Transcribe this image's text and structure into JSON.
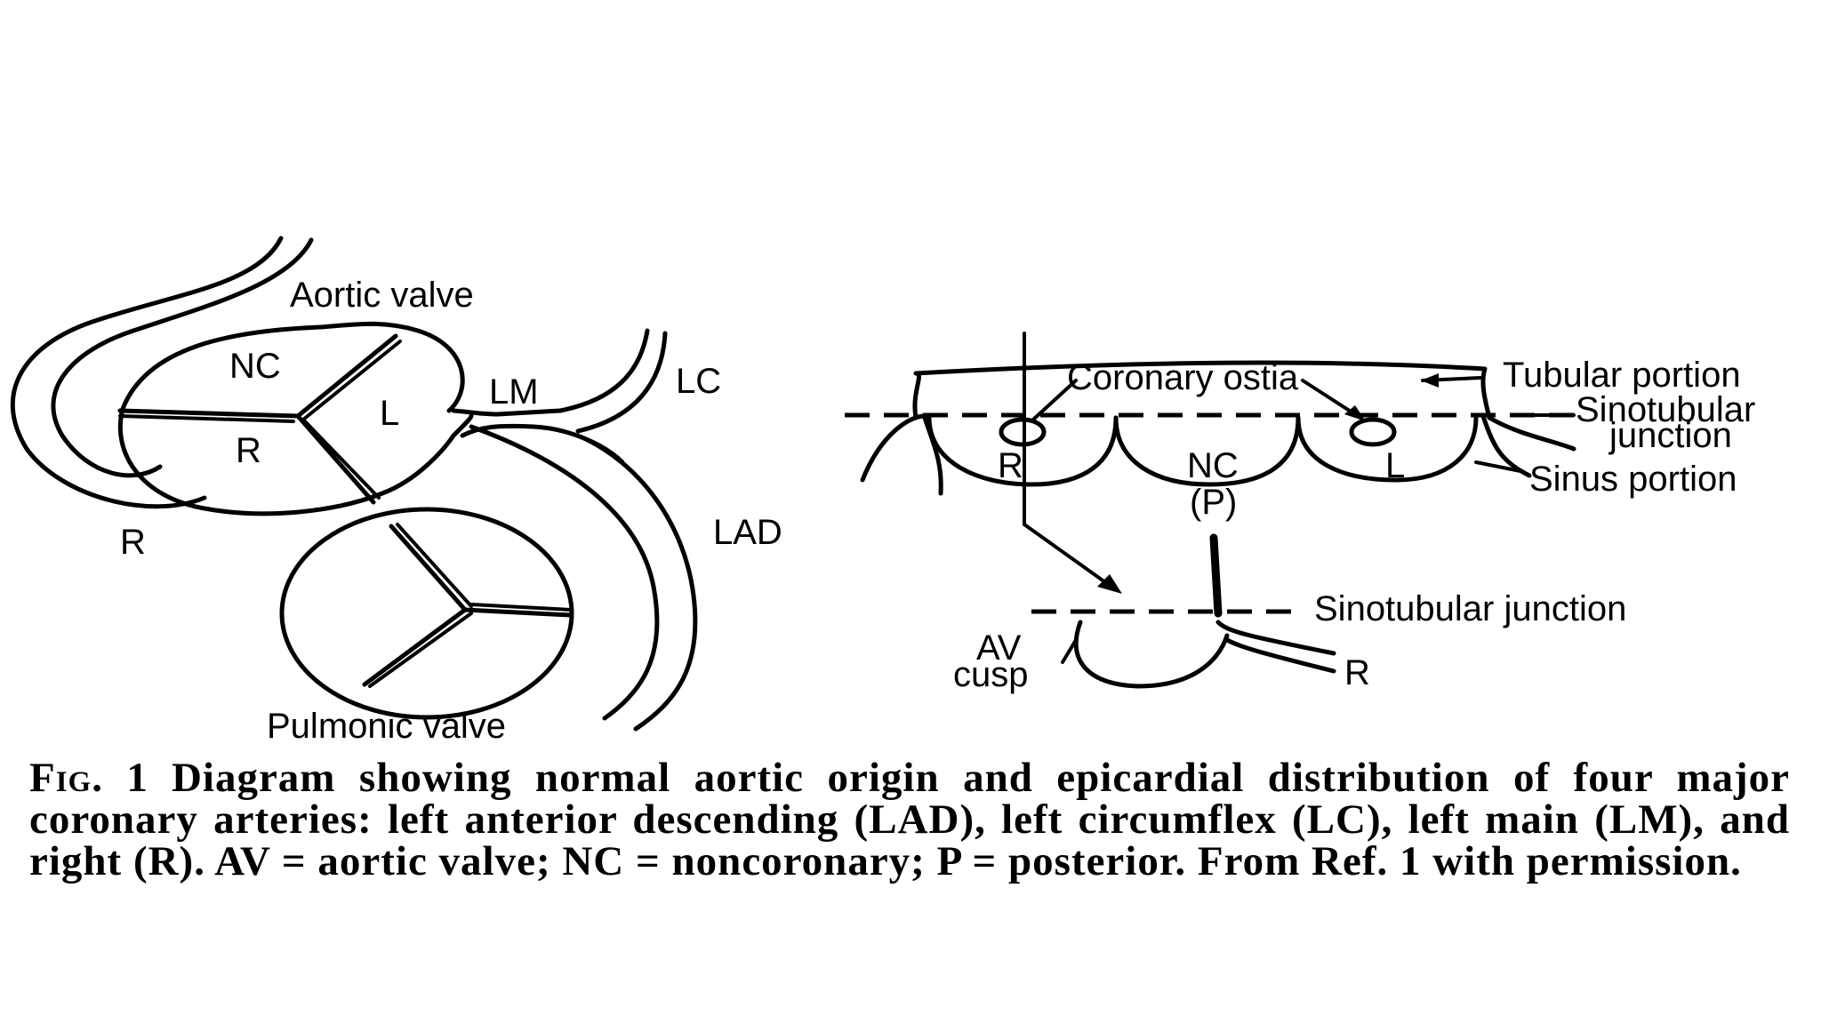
{
  "left_diagram": {
    "aortic_valve_label": "Aortic valve",
    "pulmonic_valve_label": "Pulmonic valve",
    "cusp_nc": "NC",
    "cusp_l": "L",
    "cusp_r": "R",
    "lm": "LM",
    "lc": "LC",
    "lad": "LAD",
    "r_artery": "R"
  },
  "right_diagram": {
    "coronary_ostia": "Coronary ostia",
    "tubular_portion": "Tubular portion",
    "sinotubular_line1": "Sinotubular",
    "sinotubular_line2": "junction",
    "sinus_portion": "Sinus portion",
    "cusp_r": "R",
    "cusp_nc": "NC",
    "cusp_p": "(P)",
    "cusp_l": "L",
    "sinotubular_junction": "Sinotubular junction",
    "av_line1": "AV",
    "av_line2": "cusp",
    "r_artery": "R"
  },
  "caption": {
    "fig_label": "Fig. 1",
    "text": "Diagram showing normal aortic origin and epicardial distribution of four major coronary arteries: left anterior descending (LAD), left circumflex (LC), left main (LM), and right (R). AV = aortic valve; NC = noncoronary; P = posterior. From Ref. 1 with permission."
  }
}
